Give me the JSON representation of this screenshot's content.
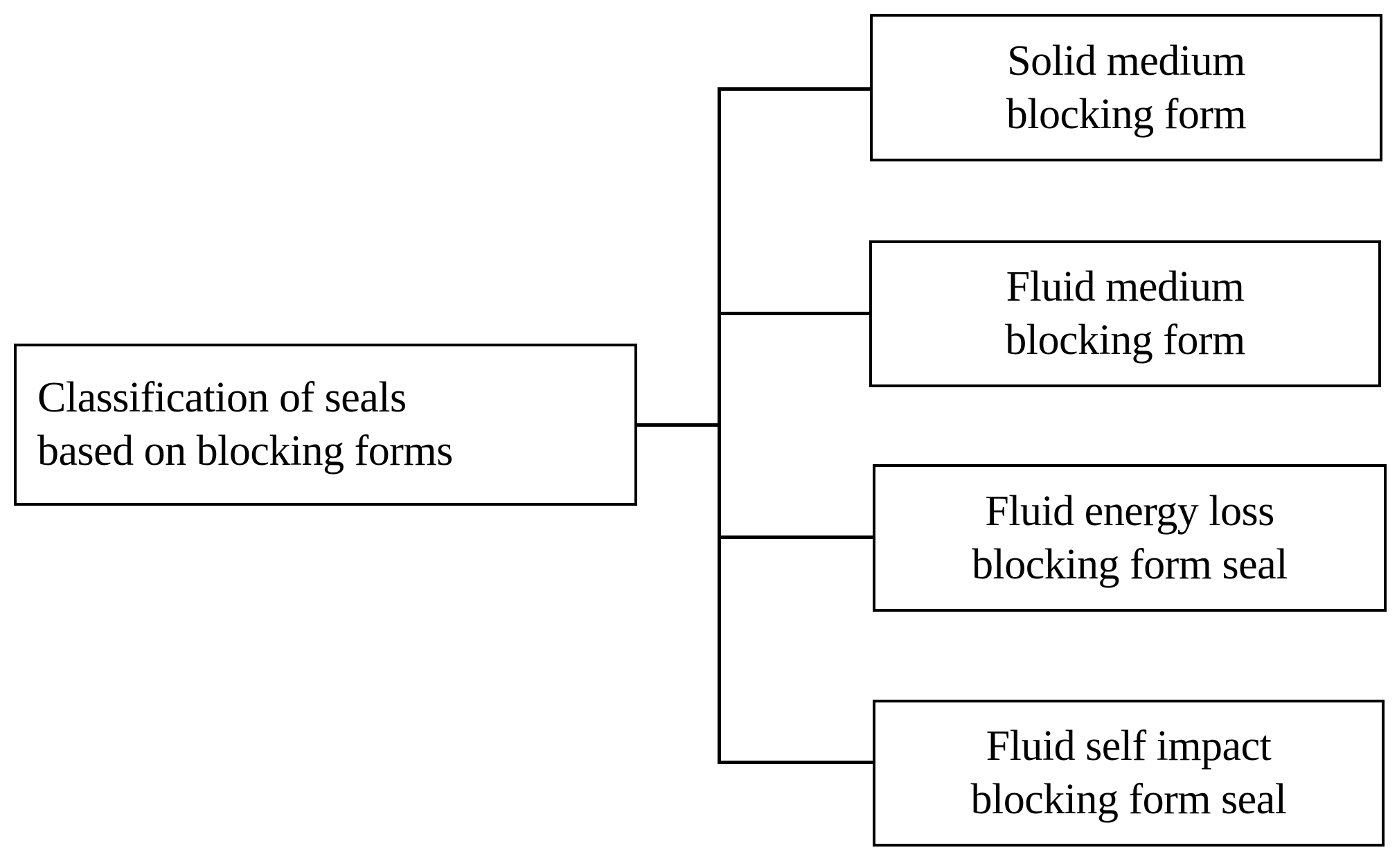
{
  "diagram": {
    "type": "tree-hierarchy",
    "orientation": "left-to-right",
    "background_color": "#ffffff",
    "line_color": "#000000",
    "text_color": "#000000",
    "root": {
      "id": "root",
      "line1": "Classification of seals",
      "line2": "based on blocking forms"
    },
    "leaves": [
      {
        "id": "leaf-0",
        "line1": "Solid medium",
        "line2": "blocking form"
      },
      {
        "id": "leaf-1",
        "line1": "Fluid medium",
        "line2": "blocking form"
      },
      {
        "id": "leaf-2",
        "line1": "Fluid energy loss",
        "line2": "blocking form seal"
      },
      {
        "id": "leaf-3",
        "line1": "Fluid self impact",
        "line2": "blocking form seal"
      }
    ]
  }
}
